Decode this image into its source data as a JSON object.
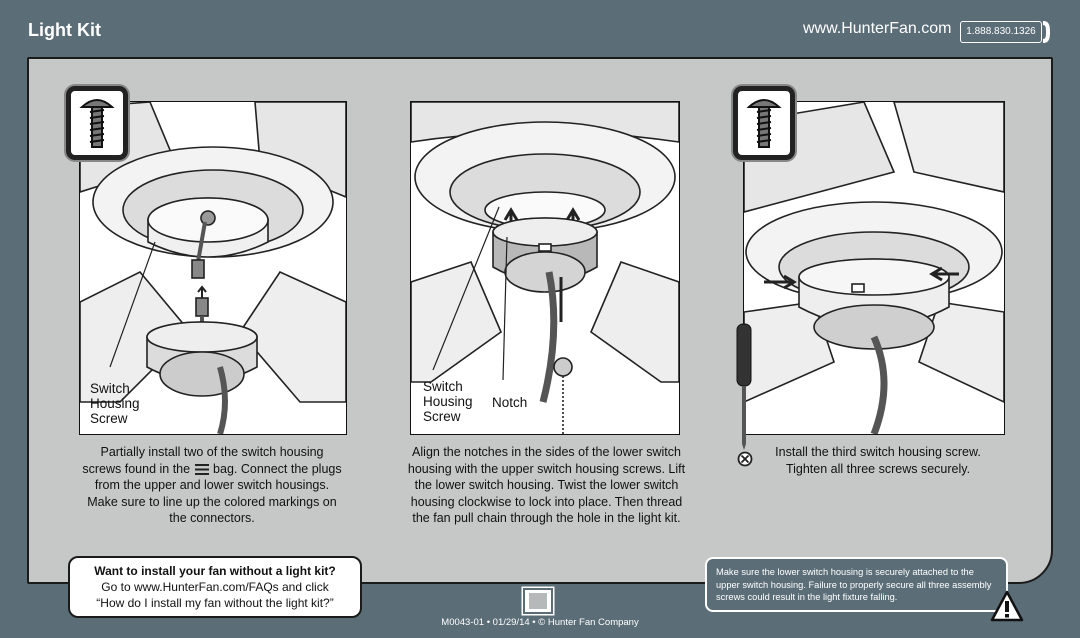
{
  "header": {
    "title": "Light Kit",
    "website": "www.HunterFan.com",
    "phone": "1.888.830.1326"
  },
  "illustrations": {
    "step1": {
      "labels": [
        "Switch",
        "Housing",
        "Screw"
      ]
    },
    "step2": {
      "labels": [
        "Switch",
        "Housing",
        "Screw"
      ],
      "notch_label": "Notch"
    }
  },
  "steps": {
    "step1": {
      "before_icon": "Partially install two of the switch housing screws found in the",
      "after_icon": "bag. Connect the plugs from the upper and lower switch housings. Make sure to line up the colored markings on the connectors."
    },
    "step2": "Align the notches in the sides of the lower switch housing with the upper switch housing screws. Lift the lower switch housing. Twist the lower switch housing clockwise to lock into place. Then thread the fan pull chain through the hole in the light kit.",
    "step3": [
      "Install the third switch housing screw.",
      "Tighten all three screws securely."
    ]
  },
  "no_light_kit": {
    "question": "Want to install your fan without a light kit?",
    "answer_line1": "Go to www.HunterFan.com/FAQs and click",
    "answer_line2": "“How do I install my fan without the light kit?”"
  },
  "warning": {
    "text": "Make sure the lower switch housing is securely attached to the upper switch housing. Failure to properly secure all three assembly screws could result in the light fixture falling."
  },
  "footer": {
    "text": "M0043-01 • 01/29/14 • © Hunter Fan Company"
  },
  "icons": [
    "screw-icon",
    "phone-icon",
    "bag-icon",
    "phillips-icon",
    "warning-icon",
    "screwdriver-icon",
    "arrow-icon"
  ],
  "colors": {
    "background": "#5b6e78",
    "panel": "#c6c8c8"
  }
}
